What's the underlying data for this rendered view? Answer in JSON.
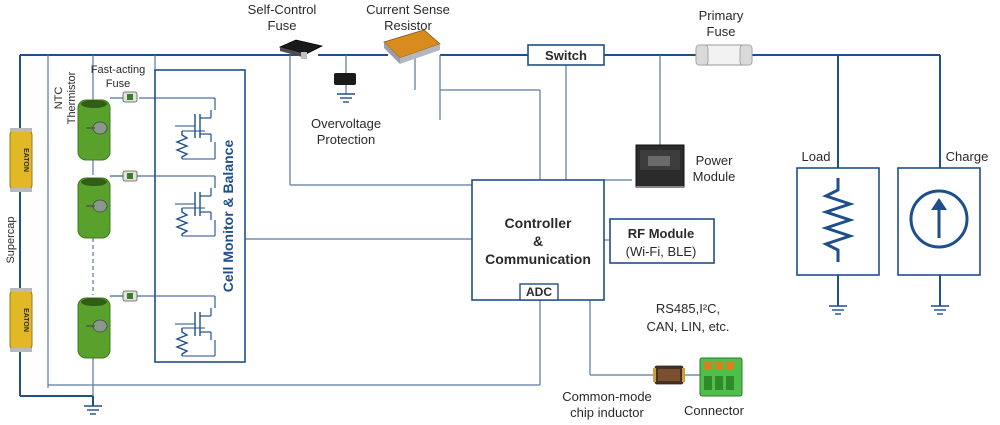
{
  "labels": {
    "self_control_fuse": [
      "Self-Control",
      "Fuse"
    ],
    "current_sense_resistor": [
      "Current Sense",
      "Resistor"
    ],
    "primary_fuse": [
      "Primary",
      "Fuse"
    ],
    "switch": "Switch",
    "fast_acting_fuse": [
      "Fast-acting",
      "Fuse"
    ],
    "ntc_thermistor": [
      "NTC",
      "Thermistor"
    ],
    "supercap": "Supercap",
    "overvoltage_protection": [
      "Overvoltage",
      "Protection"
    ],
    "power_module": [
      "Power",
      "Module"
    ],
    "cell_monitor_balance": "Cell Monitor & Balance",
    "controller": [
      "Controller",
      "&",
      "Communication"
    ],
    "adc": "ADC",
    "rf_module": [
      "RF Module",
      "(Wi-Fi, BLE)"
    ],
    "interfaces": [
      "RS485,I²C,",
      "CAN, LIN, etc."
    ],
    "common_mode_inductor": [
      "Common-mode",
      "chip inductor"
    ],
    "connector": "Connector",
    "load": "Load",
    "charge": "Charge",
    "supercap_brand": "EATON"
  },
  "colors": {
    "wire": "#1f4e8c",
    "wire_thin": "#5a78a0",
    "block_border": "#1f4e8c",
    "cell_green": "#5aa02c",
    "supercap_gold": "#e2b826",
    "label_blue": "#1f4e8c",
    "text": "#2a2a2a"
  }
}
